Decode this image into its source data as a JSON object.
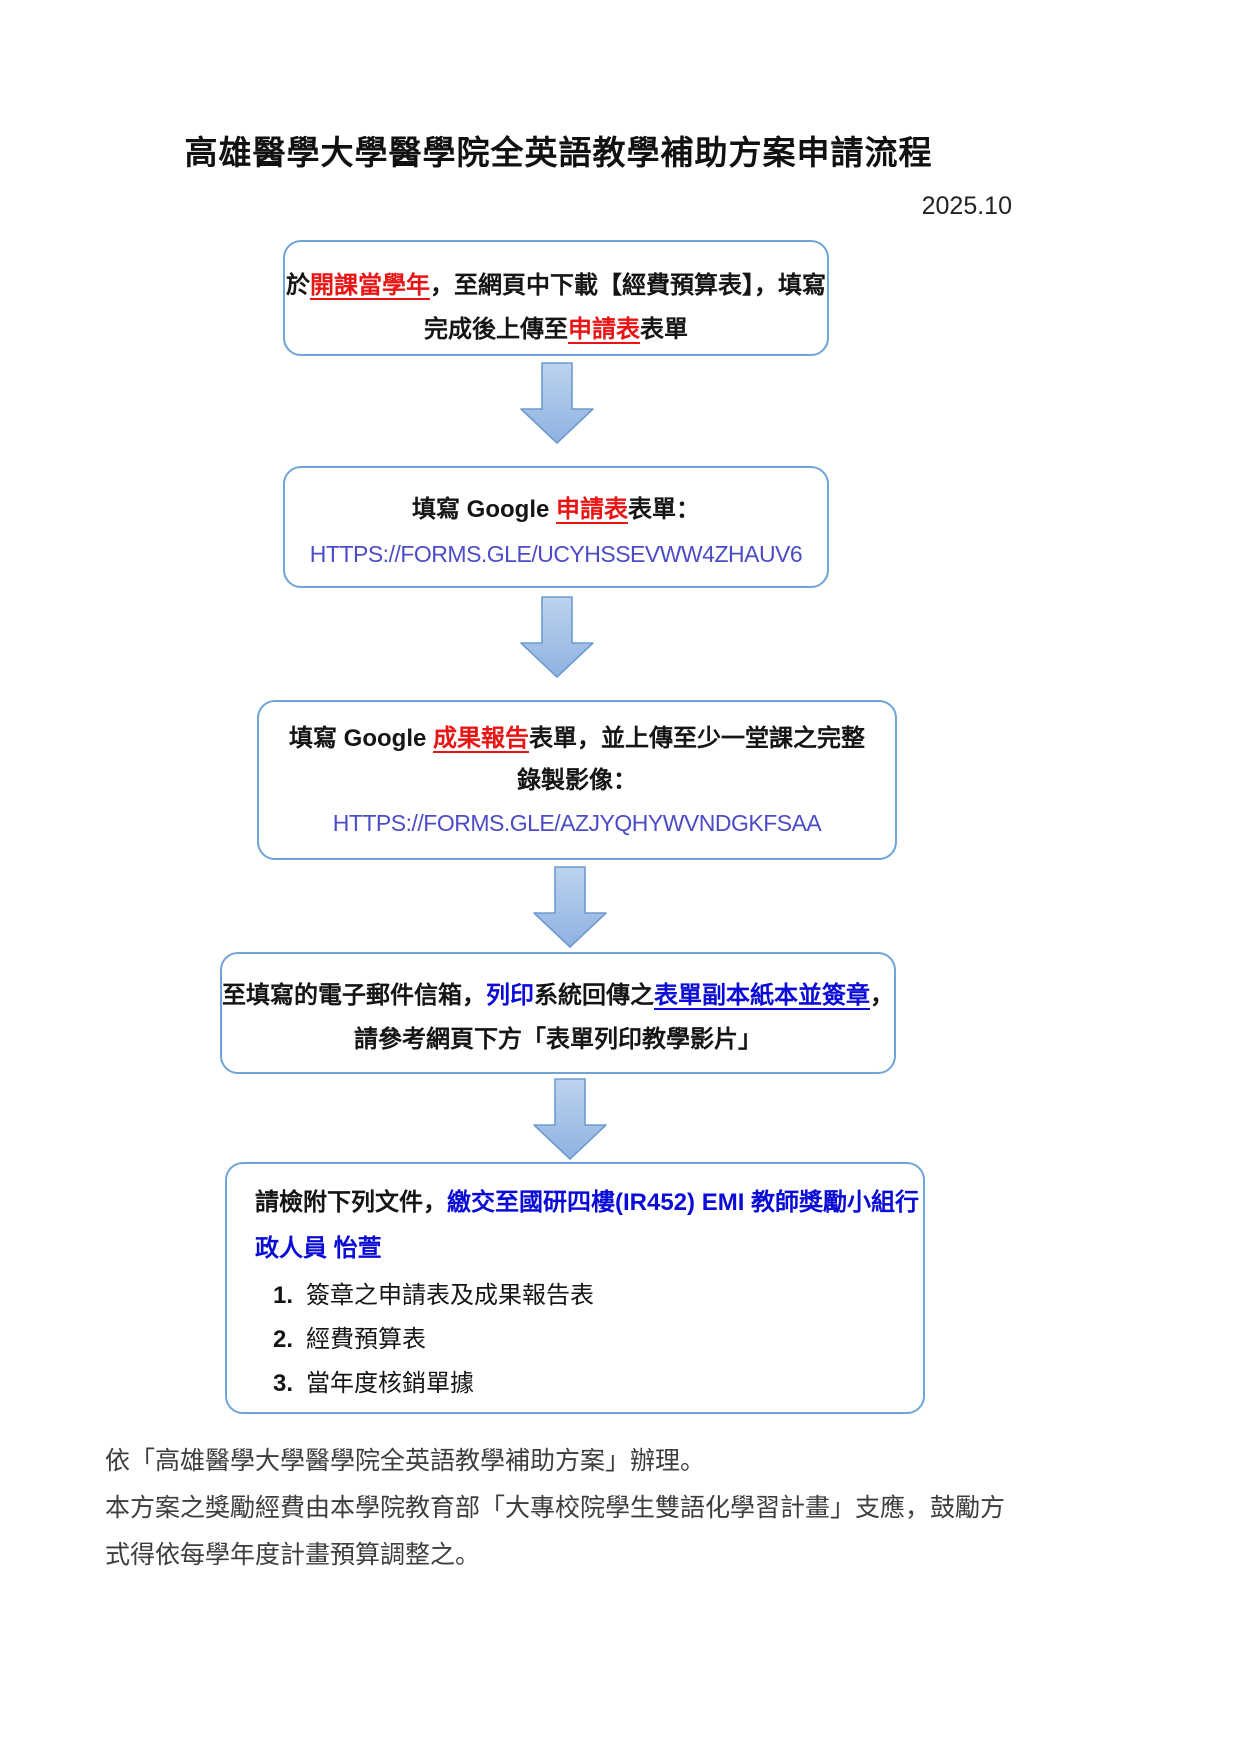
{
  "page": {
    "title": "高雄醫學大學醫學院全英語教學補助方案申請流程",
    "date": "2025.10"
  },
  "colors": {
    "box_border": "#6fa4d8",
    "arrow_fill_top": "#b9d0ee",
    "arrow_fill_bottom": "#8fb2e0",
    "arrow_border": "#6d9ad0",
    "red_emphasis": "#e91414",
    "blue_emphasis": "#0b0bd8",
    "link": "#4c4cc8"
  },
  "box1": {
    "l1s1": "於",
    "l1s2": "開課當學年",
    "l1s3": "，至網頁中下載【經費預算表】，填寫",
    "l2s1": "完成後上傳至",
    "l2s2": "申請表",
    "l2s3": "表單"
  },
  "box2": {
    "l1s1": "填寫 Google ",
    "l1s2": "申請表",
    "l1s3": "表單：",
    "url": "HTTPS://FORMS.GLE/UCYHSSEVWW4ZHAUV6"
  },
  "box3": {
    "l1s1": "填寫 Google ",
    "l1s2": "成果報告",
    "l1s3": "表單，並上傳至少一堂課之完整",
    "l2": "錄製影像：",
    "url": "HTTPS://FORMS.GLE/AZJYQHYWVNDGKFSAA"
  },
  "box4": {
    "l1s1": "至填寫的電子郵件信箱，",
    "l1s2": "列印",
    "l1s3": "系統回傳之",
    "l1s4": "表單副本紙本並簽章",
    "l1s5": "，",
    "l2": "請參考網頁下方「表單列印教學影片」"
  },
  "box5": {
    "l1s1": "請檢附下列文件，",
    "l1s2": "繳交至國研四樓(IR452) EMI 教師獎勵小組行",
    "l2": "政人員 怡萱",
    "items": [
      {
        "num": "1.",
        "text": "簽章之申請表及成果報告表"
      },
      {
        "num": "2.",
        "text": "經費預算表"
      },
      {
        "num": "3.",
        "text": "當年度核銷單據"
      }
    ]
  },
  "footer": {
    "p1": "依「高雄醫學大學醫學院全英語教學補助方案」辦理。",
    "p2": "本方案之獎勵經費由本學院教育部「大專校院學生雙語化學習計畫」支應，鼓勵方式得依每學年度計畫預算調整之。"
  }
}
